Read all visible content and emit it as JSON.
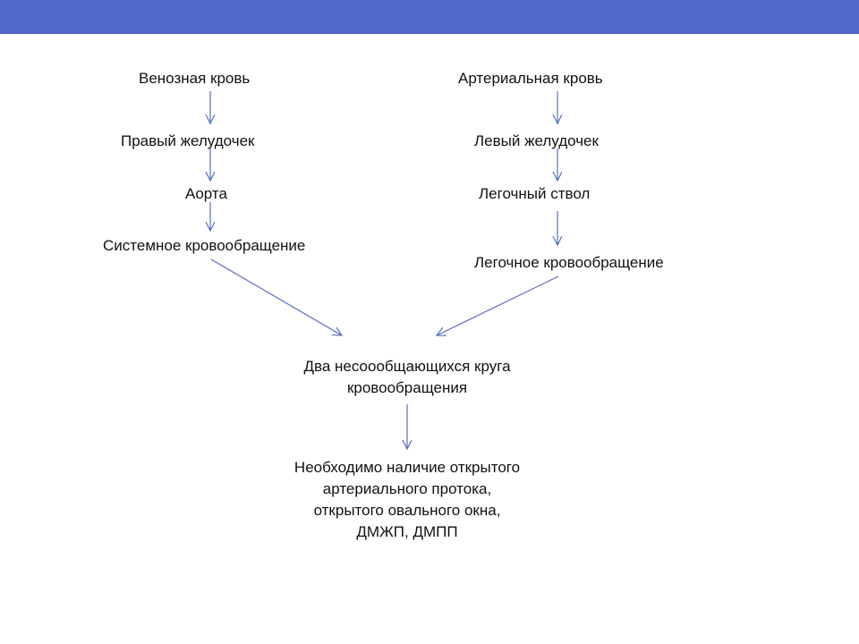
{
  "colors": {
    "top_bar": "#5068c8",
    "arrow": "#5b6fbf",
    "text": "#111111"
  },
  "left_column": {
    "venous_blood": "Венозная кровь",
    "right_ventricle": "Правый желудочек",
    "aorta": "Аорта",
    "systemic_circulation": "Системное кровообращение"
  },
  "right_column": {
    "arterial_blood": "Артериальная кровь",
    "left_ventricle": "Левый желудочек",
    "pulmonary_trunk": "Легочный ствол",
    "pulmonary_circulation": "Легочное кровообращение"
  },
  "merge": {
    "line1": "Два несоообщающихся круга",
    "line2": "кровообращения"
  },
  "conclusion": {
    "line1": "Необходимо наличие открытого",
    "line2": "артериального протока,",
    "line3": "открытого овального окна,",
    "line4": "ДМЖП, ДМПП"
  }
}
